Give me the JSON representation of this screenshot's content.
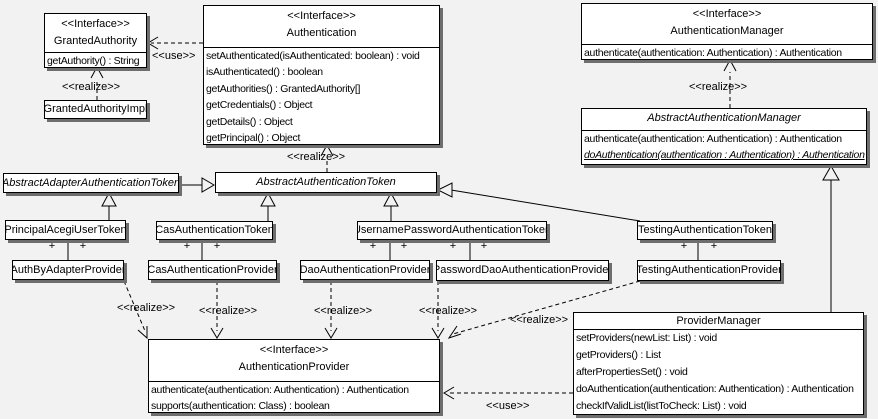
{
  "diagram": {
    "background": "#f2f2f2",
    "box_fill": "#ffffff",
    "line_color": "#000000",
    "shadow_color": "#6e6e6e",
    "labels": {
      "realize": "<<realize>>",
      "use": "<<use>>",
      "plus": "+"
    }
  },
  "classes": {
    "granted_authority": {
      "stereotype": "<<Interface>>",
      "name": "GrantedAuthority",
      "methods": [
        "getAuthority() : String"
      ]
    },
    "granted_authority_impl": {
      "name": "GrantedAuthorityImpl"
    },
    "authentication": {
      "stereotype": "<<Interface>>",
      "name": "Authentication",
      "methods": [
        "setAuthenticated(isAuthenticated: boolean) : void",
        "isAuthenticated() : boolean",
        "getAuthorities() : GrantedAuthority[]",
        "getCredentials() : Object",
        "getDetails() : Object",
        "getPrincipal() : Object"
      ]
    },
    "authentication_manager": {
      "stereotype": "<<Interface>>",
      "name": "AuthenticationManager",
      "methods": [
        "authenticate(authentication: Authentication) : Authentication"
      ]
    },
    "abstract_authentication_manager": {
      "name": "AbstractAuthenticationManager",
      "methods": [
        "authenticate(authentication: Authentication) : Authentication",
        "doAuthentication(authentication : Authentication) : Authentication"
      ]
    },
    "abstract_adapter_authentication_token": {
      "name": "AbstractAdapterAuthenticationToken"
    },
    "abstract_authentication_token": {
      "name": "AbstractAuthenticationToken"
    },
    "principal_acegi_user_token": {
      "name": "PrincipalAcegiUserToken"
    },
    "cas_authentication_token": {
      "name": "CasAuthenticationToken"
    },
    "username_password_authentication_token": {
      "name": "UsernamePasswordAuthenticationToken"
    },
    "testing_authentication_token": {
      "name": "TestingAuthenticationToken"
    },
    "auth_by_adapter_provider": {
      "name": "AuthByAdapterProvider"
    },
    "cas_authentication_provider": {
      "name": "CasAuthenticationProvider"
    },
    "dao_authentication_provider": {
      "name": "DaoAuthenticationProvider"
    },
    "password_dao_authentication_provider": {
      "name": "PasswordDaoAuthenticationProvider"
    },
    "testing_authentication_provider": {
      "name": "TestingAuthenticationProvider"
    },
    "authentication_provider": {
      "stereotype": "<<Interface>>",
      "name": "AuthenticationProvider",
      "methods": [
        "authenticate(authentication: Authentication) : Authentication",
        "supports(authentication: Class) : boolean"
      ]
    },
    "provider_manager": {
      "name": "ProviderManager",
      "methods": [
        "setProviders(newList: List) : void",
        "getProviders() : List",
        "afterPropertiesSet() : void",
        "doAuthentication(authentication: Authentication) : Authentication",
        "checkIfValidList(listToCheck: List) : void"
      ]
    }
  }
}
